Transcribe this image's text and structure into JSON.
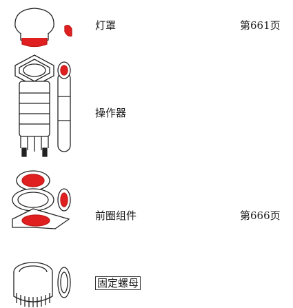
{
  "parts": [
    {
      "id": "lamp-cover",
      "label": "灯罩",
      "page": "第661页"
    },
    {
      "id": "operator",
      "label": "操作器",
      "page": ""
    },
    {
      "id": "front-ring-assembly",
      "label": "前圈组件",
      "page": "第666页"
    },
    {
      "id": "fixing-nut",
      "label": "固定螺母",
      "page": ""
    }
  ],
  "colors": {
    "accent_red": "#e02020",
    "line": "#222222"
  }
}
